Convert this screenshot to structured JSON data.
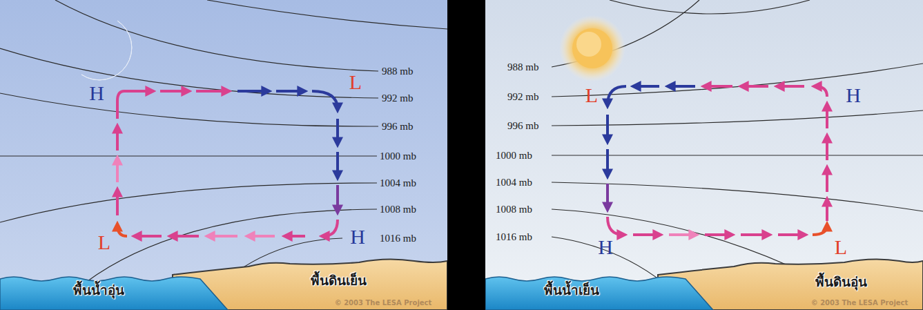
{
  "diagram": {
    "labels": [
      "H",
      "L",
      "988 mb",
      "992 mb",
      "996 mb",
      "1000 mb",
      "1004 mb",
      "1008 mb",
      "1016 mb",
      "L",
      "H",
      "พื้นน้ำอุ่น",
      "พื้นดินเย็น",
      "© 2003  The LESA Project",
      "988 mb",
      "992 mb",
      "996 mb",
      "1000 mb",
      "1004 mb",
      "1008 mb",
      "1016 mb",
      "L",
      "H",
      "H",
      "L",
      "พื้นน้ำเย็น",
      "พื้นดินอุ่น",
      "© 2003  The LESA Project"
    ]
  }
}
